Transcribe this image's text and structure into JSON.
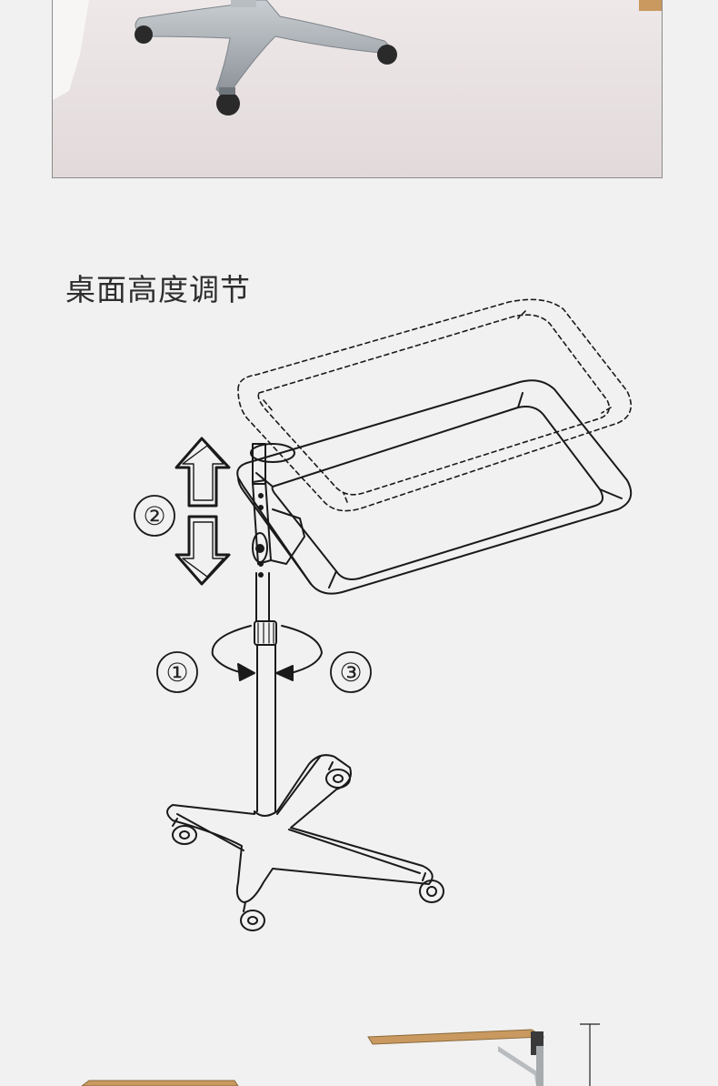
{
  "section_title": "桌面高度调节",
  "steps": [
    {
      "id": "step-1",
      "label": "①"
    },
    {
      "id": "step-2",
      "label": "②"
    },
    {
      "id": "step-3",
      "label": "③"
    }
  ],
  "colors": {
    "background": "#f1f1f1",
    "line_art": "#1a1a1a",
    "photo_floor": "#e7e0e0",
    "photo_base": "#a9aeb3",
    "wood": "#c9995f"
  }
}
